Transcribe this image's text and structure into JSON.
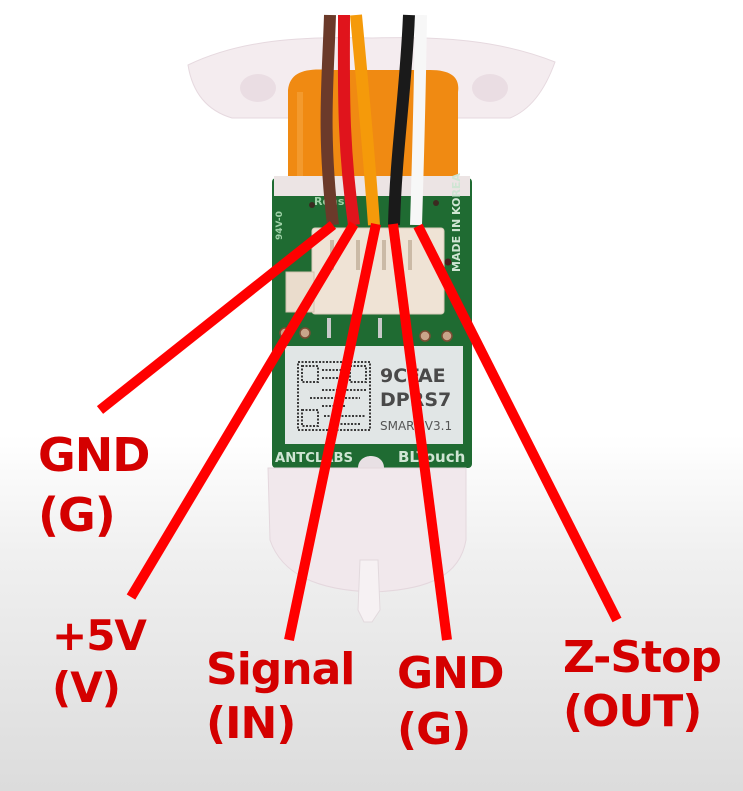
{
  "device": {
    "name": "BLTouch",
    "brand": "ANTCLABS",
    "origin_text": "MADE IN KOREA",
    "board_marks": [
      "Rohs",
      "94V-0"
    ],
    "sticker": {
      "line1": "9CFAE",
      "line2": "DPRS7",
      "line3": "SMART V3.1"
    }
  },
  "wires": [
    {
      "name": "brown",
      "color": "#6b3a2a"
    },
    {
      "name": "red",
      "color": "#e0141c"
    },
    {
      "name": "orange",
      "color": "#f59a0a"
    },
    {
      "name": "black",
      "color": "#1a1a1a"
    },
    {
      "name": "white",
      "color": "#f7f7f7"
    }
  ],
  "annotations": [
    {
      "id": "gnd1",
      "line1": "GND",
      "line2": "(G)"
    },
    {
      "id": "5v",
      "line1": "+5V",
      "line2": "(V)"
    },
    {
      "id": "signal",
      "line1": "Signal",
      "line2": "(IN)"
    },
    {
      "id": "gnd2",
      "line1": "GND",
      "line2": "(G)"
    },
    {
      "id": "zstop",
      "line1": "Z-Stop",
      "line2": "(OUT)"
    }
  ],
  "colors": {
    "annotation": "#d40000",
    "pointer_line": "#ff0000",
    "pcb": "#1f6b32",
    "housing": "#f3e9ee",
    "kapton": "#f08a12",
    "sticker": "#e1e6e6"
  }
}
